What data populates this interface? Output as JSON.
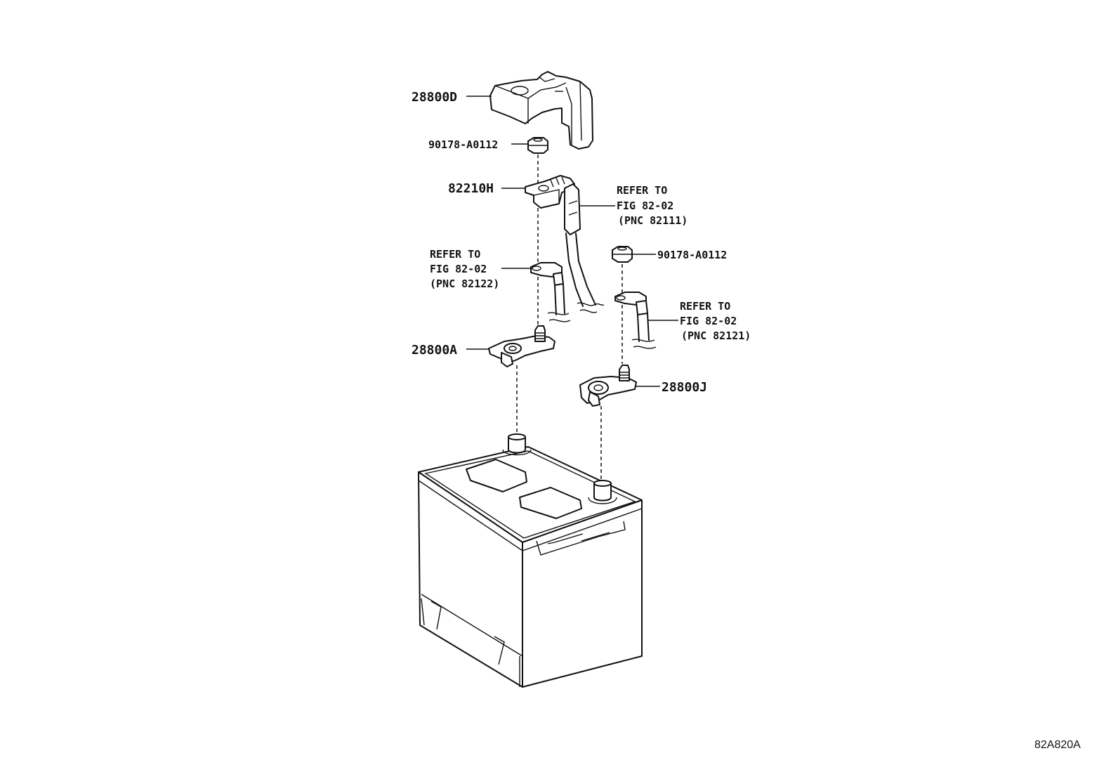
{
  "diagram": {
    "callouts": {
      "cover_28800D": "28800D",
      "nut_top": "90178-A0112",
      "fuse_82210H": "82210H",
      "ref_a": {
        "line1": "REFER TO",
        "line2": "FIG 82-02",
        "line3": "(PNC 82111)"
      },
      "ref_b": {
        "line1": "REFER TO",
        "line2": "FIG 82-02",
        "line3": "(PNC 82122)"
      },
      "nut_right": "90178-A0112",
      "ref_c": {
        "line1": "REFER TO",
        "line2": "FIG 82-02",
        "line3": "(PNC 82121)"
      },
      "clamp_28800A": "28800A",
      "clamp_28800J": "28800J"
    },
    "figure_code": "82A820A"
  }
}
